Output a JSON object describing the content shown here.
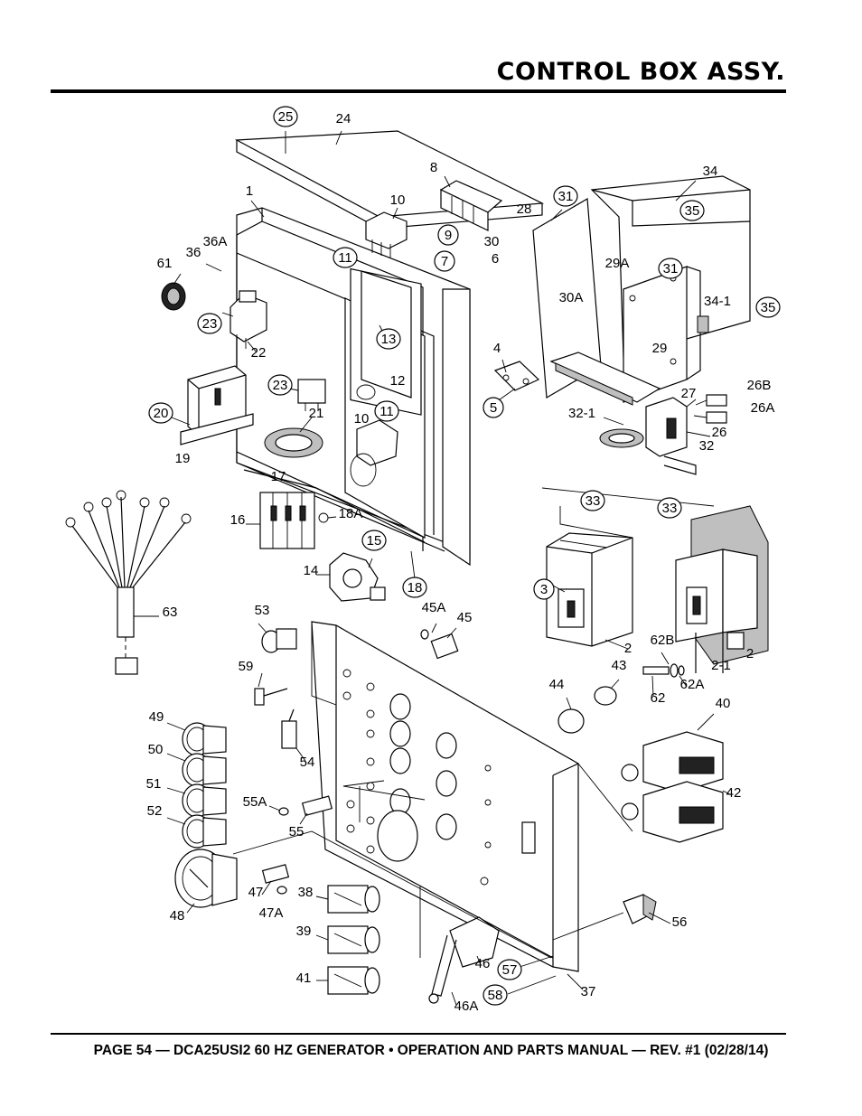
{
  "header": {
    "title": "CONTROL BOX ASSY."
  },
  "footer": {
    "text": "PAGE 54 — DCA25USI2 60 HZ GENERATOR • OPERATION AND PARTS MANUAL — REV. #1 (02/28/14)"
  },
  "callouts": [
    {
      "label": "25",
      "circled": true
    },
    {
      "label": "24",
      "circled": false
    },
    {
      "label": "8",
      "circled": false
    },
    {
      "label": "34",
      "circled": false
    },
    {
      "label": "1",
      "circled": false
    },
    {
      "label": "10",
      "circled": false
    },
    {
      "label": "31",
      "circled": true
    },
    {
      "label": "28",
      "circled": false
    },
    {
      "label": "35",
      "circled": true
    },
    {
      "label": "9",
      "circled": true
    },
    {
      "label": "30",
      "circled": false
    },
    {
      "label": "36A",
      "circled": false
    },
    {
      "label": "36",
      "circled": false
    },
    {
      "label": "11",
      "circled": true
    },
    {
      "label": "7",
      "circled": true
    },
    {
      "label": "6",
      "circled": false
    },
    {
      "label": "61",
      "circled": false
    },
    {
      "label": "29A",
      "circled": false
    },
    {
      "label": "30A",
      "circled": false
    },
    {
      "label": "31",
      "circled": true
    },
    {
      "label": "34-1",
      "circled": false
    },
    {
      "label": "35",
      "circled": true
    },
    {
      "label": "23",
      "circled": true
    },
    {
      "label": "22",
      "circled": false
    },
    {
      "label": "13",
      "circled": true
    },
    {
      "label": "29",
      "circled": false
    },
    {
      "label": "4",
      "circled": false
    },
    {
      "label": "23",
      "circled": true
    },
    {
      "label": "12",
      "circled": false
    },
    {
      "label": "27",
      "circled": false
    },
    {
      "label": "26B",
      "circled": false
    },
    {
      "label": "26A",
      "circled": false
    },
    {
      "label": "5",
      "circled": true
    },
    {
      "label": "32-1",
      "circled": false
    },
    {
      "label": "20",
      "circled": true
    },
    {
      "label": "21",
      "circled": false
    },
    {
      "label": "10",
      "circled": false
    },
    {
      "label": "11",
      "circled": true
    },
    {
      "label": "26",
      "circled": false
    },
    {
      "label": "32",
      "circled": false
    },
    {
      "label": "19",
      "circled": false
    },
    {
      "label": "17",
      "circled": false
    },
    {
      "label": "33",
      "circled": true
    },
    {
      "label": "33",
      "circled": true
    },
    {
      "label": "16",
      "circled": false
    },
    {
      "label": "18A",
      "circled": false
    },
    {
      "label": "15",
      "circled": true
    },
    {
      "label": "14",
      "circled": false
    },
    {
      "label": "18",
      "circled": true
    },
    {
      "label": "3",
      "circled": true
    },
    {
      "label": "63",
      "circled": false
    },
    {
      "label": "53",
      "circled": false
    },
    {
      "label": "45A",
      "circled": false
    },
    {
      "label": "45",
      "circled": false
    },
    {
      "label": "2",
      "circled": false
    },
    {
      "label": "62B",
      "circled": false
    },
    {
      "label": "2",
      "circled": false
    },
    {
      "label": "2-1",
      "circled": false
    },
    {
      "label": "59",
      "circled": false
    },
    {
      "label": "43",
      "circled": false
    },
    {
      "label": "44",
      "circled": false
    },
    {
      "label": "62A",
      "circled": false
    },
    {
      "label": "62",
      "circled": false
    },
    {
      "label": "49",
      "circled": false
    },
    {
      "label": "40",
      "circled": false
    },
    {
      "label": "50",
      "circled": false
    },
    {
      "label": "54",
      "circled": false
    },
    {
      "label": "51",
      "circled": false
    },
    {
      "label": "42",
      "circled": false
    },
    {
      "label": "55A",
      "circled": false
    },
    {
      "label": "52",
      "circled": false
    },
    {
      "label": "55",
      "circled": false
    },
    {
      "label": "47",
      "circled": false
    },
    {
      "label": "38",
      "circled": false
    },
    {
      "label": "48",
      "circled": false
    },
    {
      "label": "47A",
      "circled": false
    },
    {
      "label": "56",
      "circled": false
    },
    {
      "label": "39",
      "circled": false
    },
    {
      "label": "46",
      "circled": false
    },
    {
      "label": "57",
      "circled": true
    },
    {
      "label": "41",
      "circled": false
    },
    {
      "label": "58",
      "circled": true
    },
    {
      "label": "37",
      "circled": false
    },
    {
      "label": "46A",
      "circled": false
    }
  ]
}
